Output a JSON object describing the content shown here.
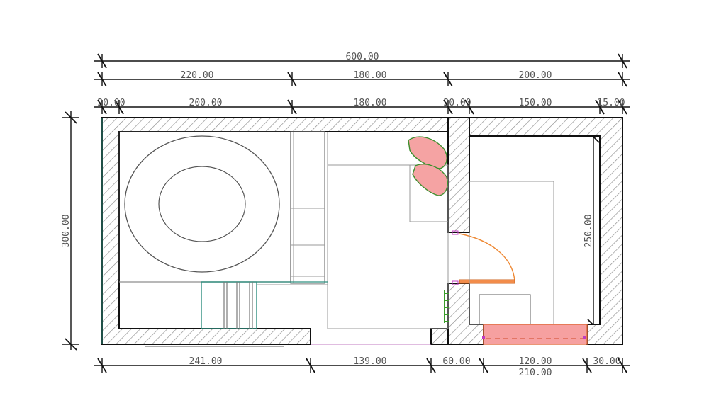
{
  "dimensions": {
    "overall_top": "600.00",
    "top_row2": [
      "220.00",
      "180.00",
      "200.00"
    ],
    "top_row3": [
      "20.00",
      "200.00",
      "180.00",
      "20.00",
      "150.00",
      "15.00"
    ],
    "left_height": "300.00",
    "right_inner_height": "250.00",
    "bottom_row1": [
      "241.00",
      "139.00",
      "60.00",
      "120.00",
      "30.00"
    ],
    "bottom_row2": "210.00"
  },
  "colors": {
    "wall_outline": "#111111",
    "hatch": "#8c8c8c",
    "plant_fill": "#f5a3a3",
    "plant_stroke": "#3d8f2e",
    "door_swing": "#ee8833",
    "door_leaf": "#f28c4a",
    "bench_fill": "#f6a0a0",
    "bench_stroke": "#e06a3a",
    "teal_line": "#2f8f7f",
    "green_hooks": "#3a9b2a",
    "marker_magenta": "#c03cc0"
  }
}
